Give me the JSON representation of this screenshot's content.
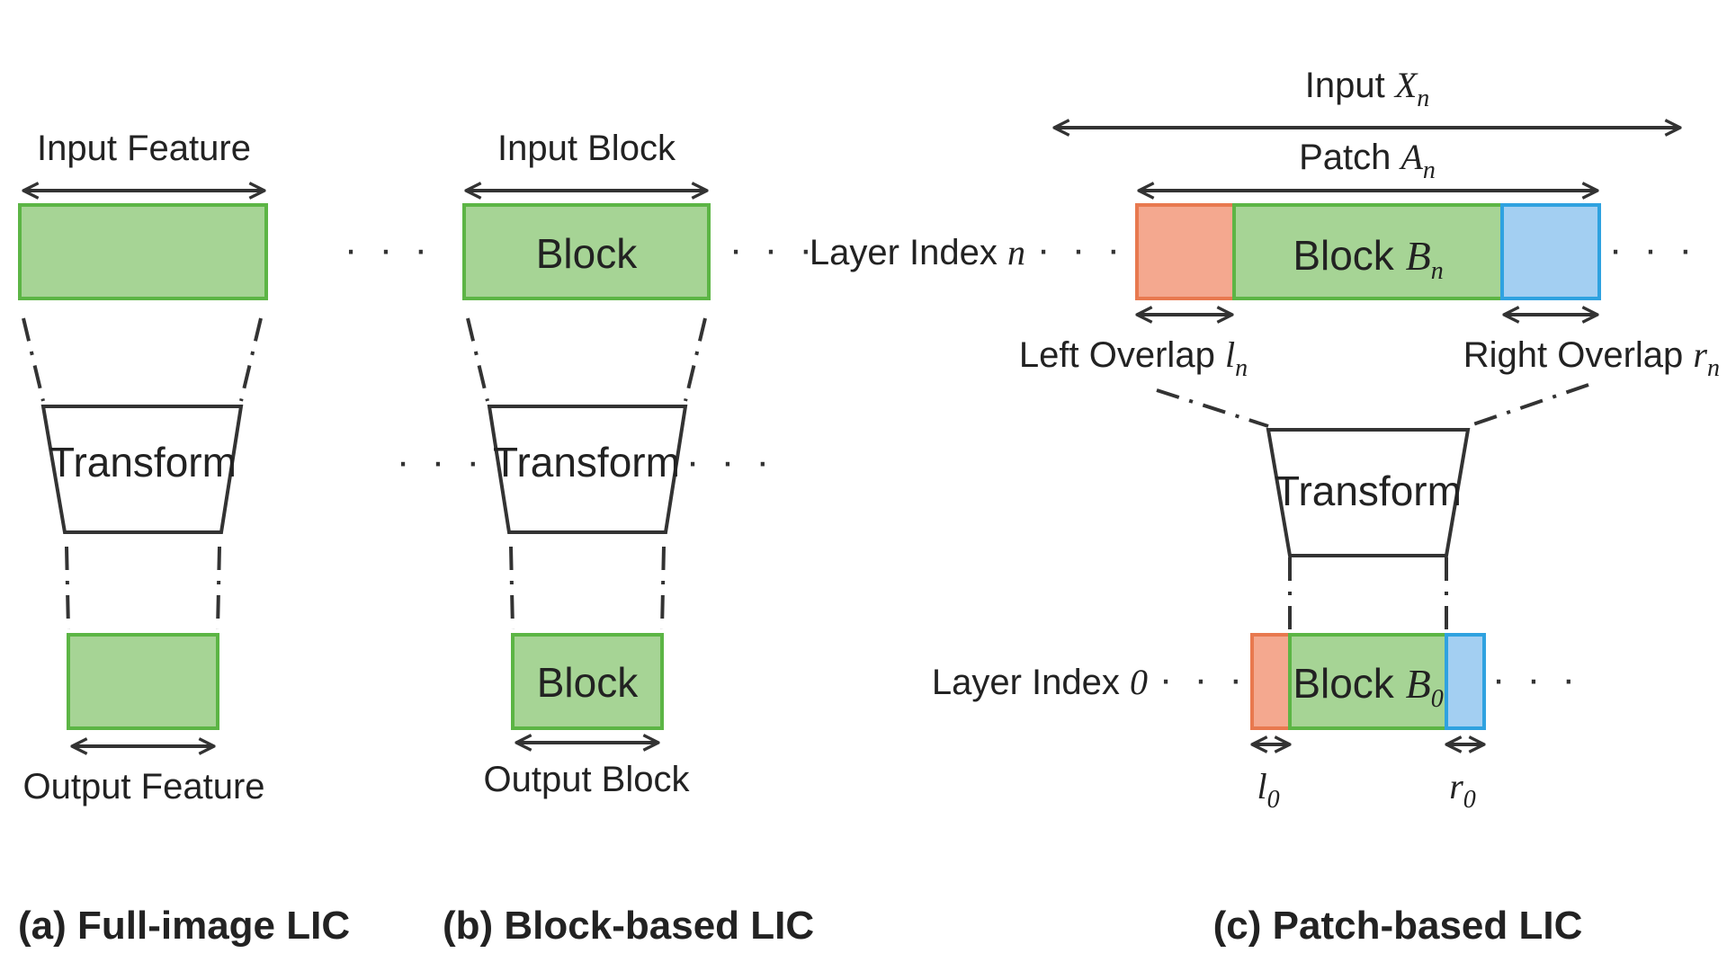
{
  "colors": {
    "block_fill": "#a6d495",
    "block_stroke": "#5cb545",
    "left_fill": "#f4a88f",
    "left_stroke": "#e8794f",
    "right_fill": "#a3cff2",
    "right_stroke": "#2fa2e0",
    "line": "#333333"
  },
  "panel_a": {
    "input_label": "Input Feature",
    "transform_label": "Transform",
    "output_label": "Output Feature",
    "caption": "(a) Full-image LIC"
  },
  "panel_b": {
    "input_label": "Input Block",
    "block_label": "Block",
    "transform_label": "Transform",
    "output_block_label": "Block",
    "output_label": "Output Block",
    "caption": "(b) Block-based LIC"
  },
  "panel_c": {
    "input_label": {
      "prefix": "Input ",
      "var": "X",
      "sub": "n"
    },
    "patch_label": {
      "prefix": "Patch ",
      "var": "A",
      "sub": "n"
    },
    "layer_n_label": {
      "prefix": "Layer Index ",
      "var": "n"
    },
    "block_n_label": {
      "prefix": "Block ",
      "var": "B",
      "sub": "n"
    },
    "left_overlap_label": {
      "prefix": "Left Overlap ",
      "var": "l",
      "sub": "n"
    },
    "right_overlap_label": {
      "prefix": "Right Overlap ",
      "var": "r",
      "sub": "n"
    },
    "transform_label": "Transform",
    "layer_0_label": {
      "prefix": "Layer Index ",
      "var": "0"
    },
    "block_0_label": {
      "prefix": "Block ",
      "var": "B",
      "sub": "0"
    },
    "l0_label": {
      "var": "l",
      "sub": "0"
    },
    "r0_label": {
      "var": "r",
      "sub": "0"
    },
    "caption": "(c) Patch-based LIC"
  },
  "ellipsis": "· · ·"
}
